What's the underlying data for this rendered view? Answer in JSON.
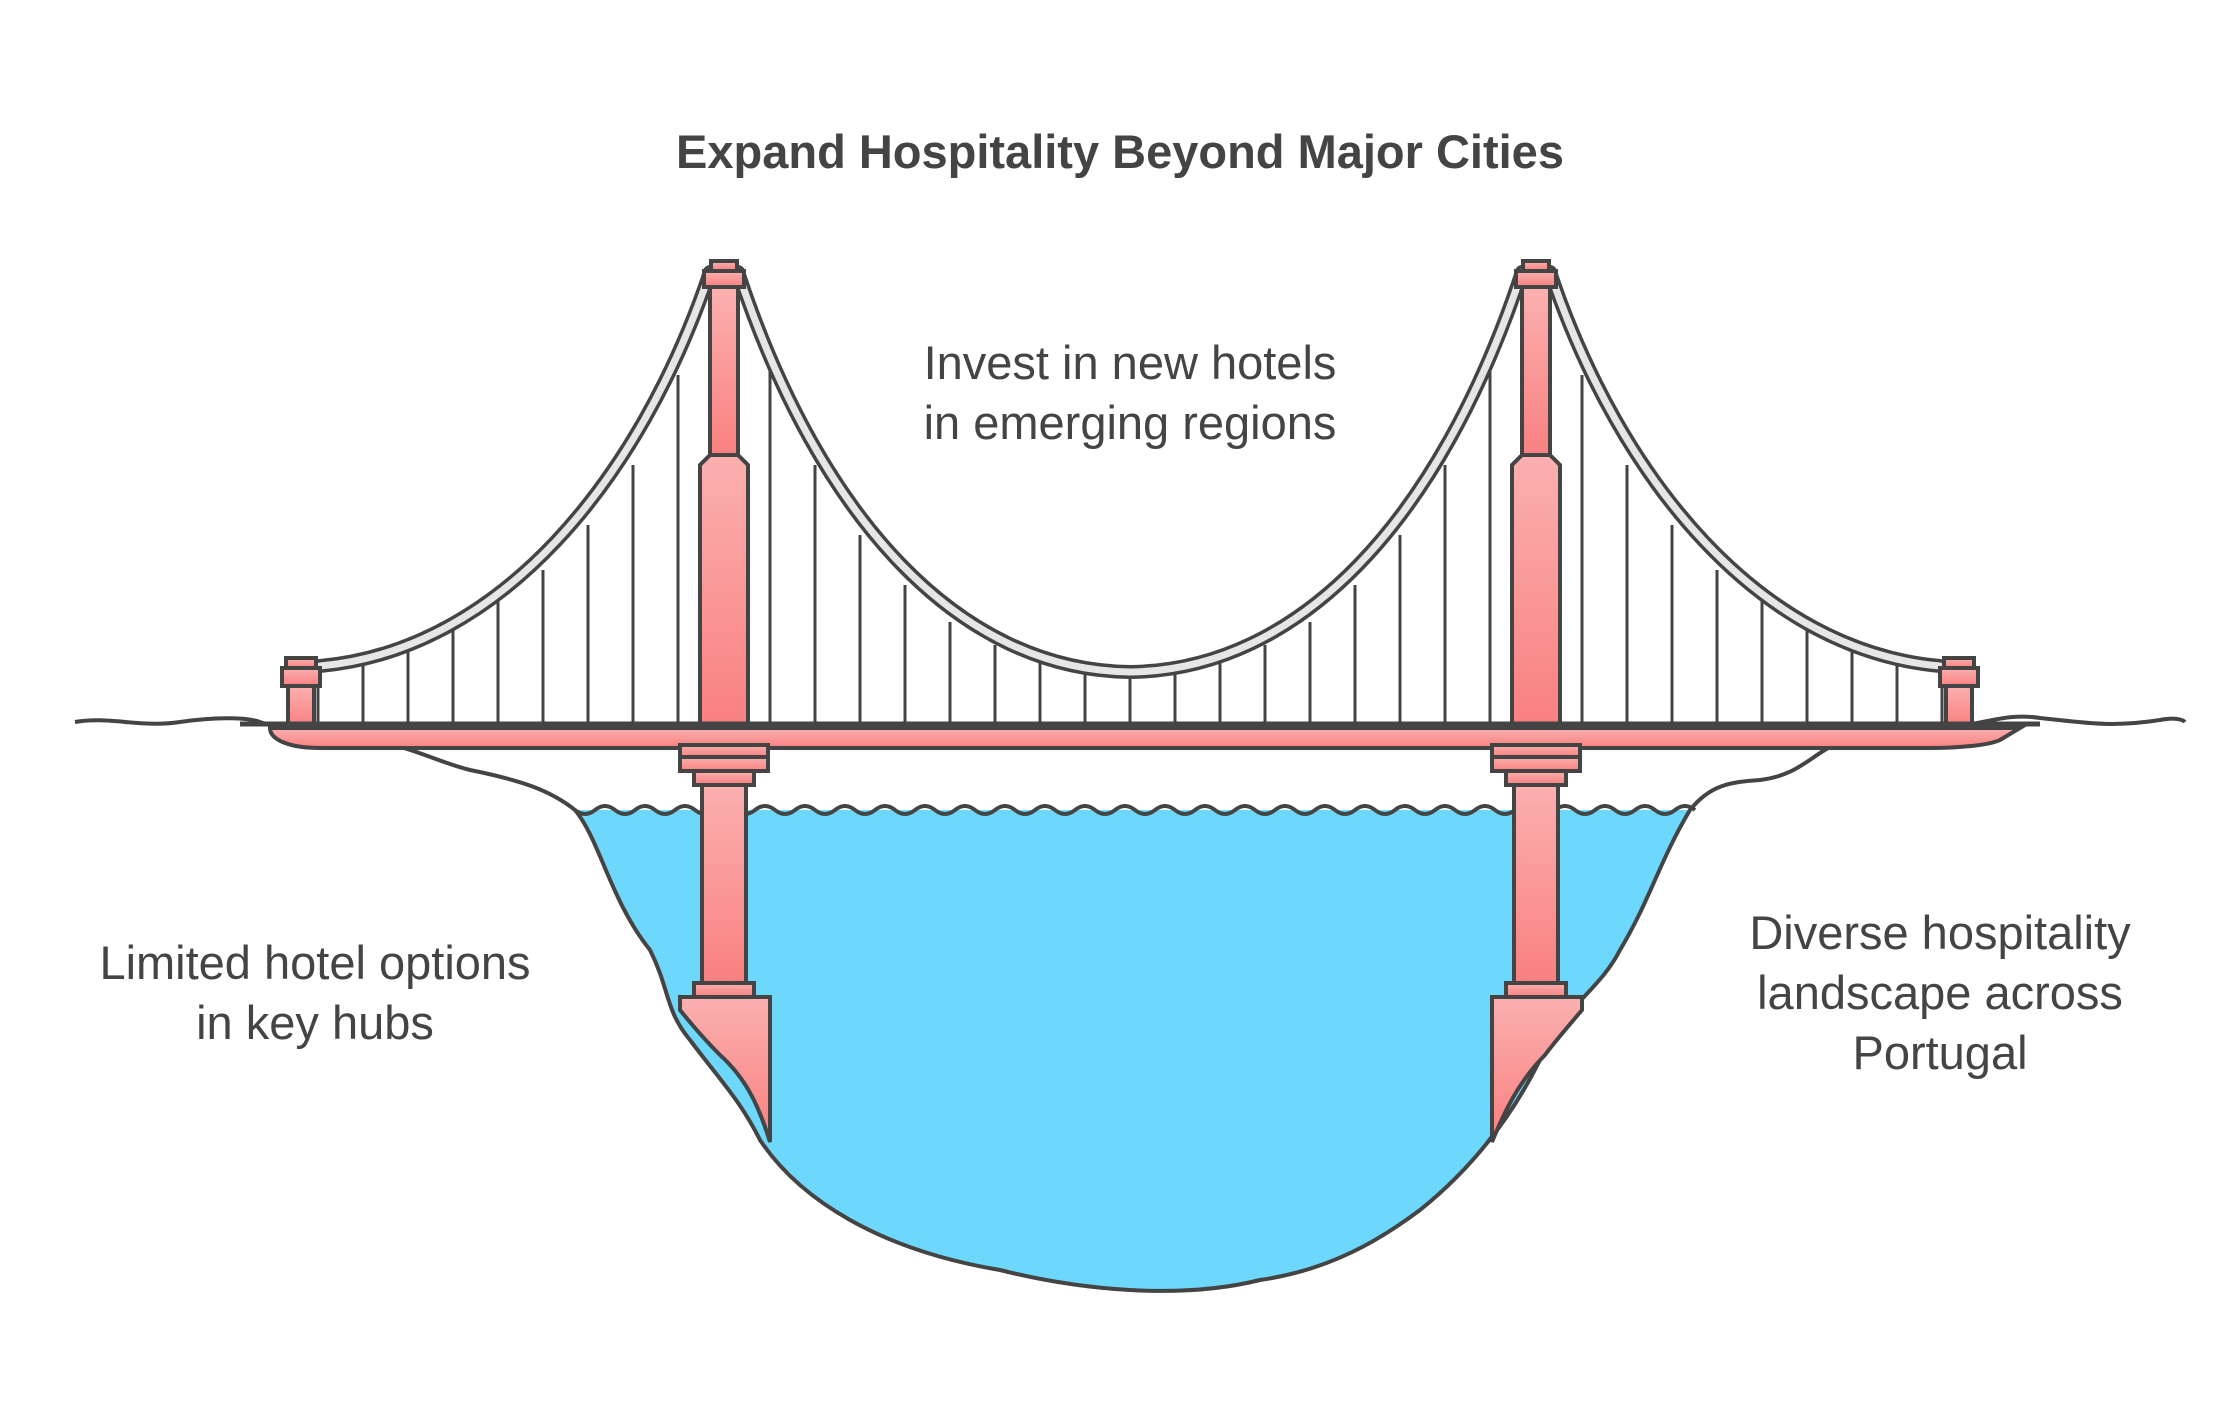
{
  "title": "Expand Hospitality Beyond Major Cities",
  "labels": {
    "top": [
      "Invest in new hotels",
      "in emerging regions"
    ],
    "left": [
      "Limited hotel options",
      "in key hubs"
    ],
    "right": [
      "Diverse hospitality",
      "landscape across",
      "Portugal"
    ]
  },
  "colors": {
    "tower": "#fa8c8c",
    "water": "#6dd8fc",
    "cable": "#e6e6e6",
    "outline": "#444444",
    "text": "#444444"
  }
}
